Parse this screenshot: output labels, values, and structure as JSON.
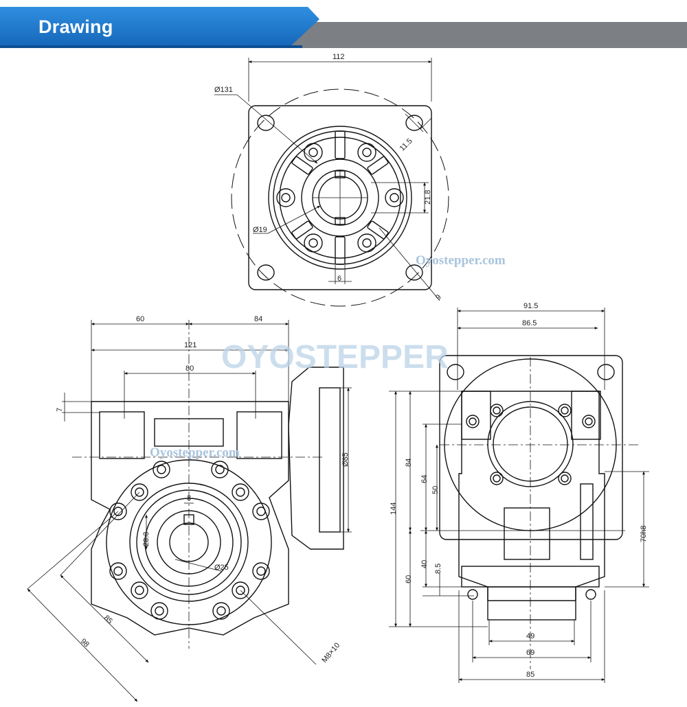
{
  "header": {
    "title": "Drawing"
  },
  "watermarks": {
    "site": "Oyostepper.com",
    "logo": "OYOSTEPPER"
  },
  "colors": {
    "banner_blue": "#1f7fd6",
    "banner_gray": "#7c7f84",
    "line": "#111111",
    "watermark": "#a8c4dd"
  },
  "dimensions": {
    "top_view": {
      "width": "112",
      "dia_flange": "Ø131",
      "hole_offset": "11.5",
      "key_height": "21.8",
      "bore": "Ø19",
      "key_width": "6",
      "corner": "9"
    },
    "side_view": {
      "d60": "60",
      "d84": "84",
      "d121": "121",
      "d80": "80",
      "d7": "7",
      "d85_dia": "Ø85",
      "key8": "8",
      "d28_3": "28.3",
      "bore25": "Ø25",
      "d85": "85",
      "d98": "98",
      "thread": "M8×10"
    },
    "front_view": {
      "d91_5": "91.5",
      "d86_5": "86.5",
      "d144": "144",
      "d84": "84",
      "d64": "64",
      "d50": "50",
      "d40": "40",
      "d8_5": "8.5",
      "d60": "60",
      "d70h8": "70h8",
      "d49": "49",
      "d69": "69",
      "d85": "85"
    }
  }
}
